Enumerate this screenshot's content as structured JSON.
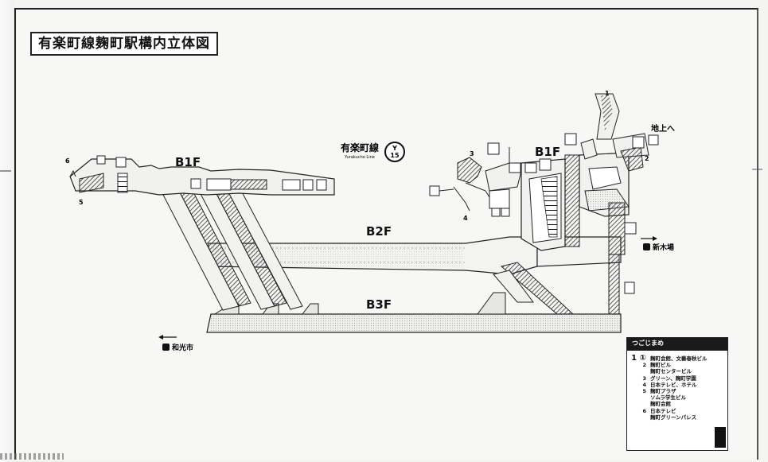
{
  "title": "有楽町線麹町駅構内立体図",
  "line_badge": {
    "name_jp": "有楽町線",
    "name_en": "Yurakucho Line",
    "letter": "Y",
    "number": "15"
  },
  "floors": {
    "b1f_left": "B1F",
    "b1f_right": "B1F",
    "b2f": "B2F",
    "b3f": "B3F"
  },
  "exits": {
    "exit_6": "6",
    "exit_5": "5",
    "exit_3": "3",
    "exit_4": "4",
    "exit_1": "1",
    "exit_2": "2"
  },
  "directions": {
    "to_ground": "地上へ",
    "to_shinkiba": "新木場",
    "to_wakoshi": "和光市"
  },
  "legend": {
    "heading": "つごじまめ",
    "items": [
      {
        "num": "1 ①",
        "text": "麹町会館、文藝春秋ビル"
      },
      {
        "num": "2",
        "text": "麹町ビル"
      },
      {
        "num": "",
        "text": "麹町センタービル"
      },
      {
        "num": "3",
        "text": "グリーン、麹町学園"
      },
      {
        "num": "4",
        "text": "日本テレビ、ホテル"
      },
      {
        "num": "5",
        "text": "麹町プラザ"
      },
      {
        "num": "",
        "text": "ソムラ学生ビル"
      },
      {
        "num": "",
        "text": "麹町会館"
      },
      {
        "num": "6",
        "text": "日本テレビ"
      },
      {
        "num": "",
        "text": "麹町グリーンパレス"
      }
    ]
  },
  "colors": {
    "structure_fill": "#f1f1ef",
    "structure_stroke": "#222222",
    "hatch": "#333333"
  }
}
